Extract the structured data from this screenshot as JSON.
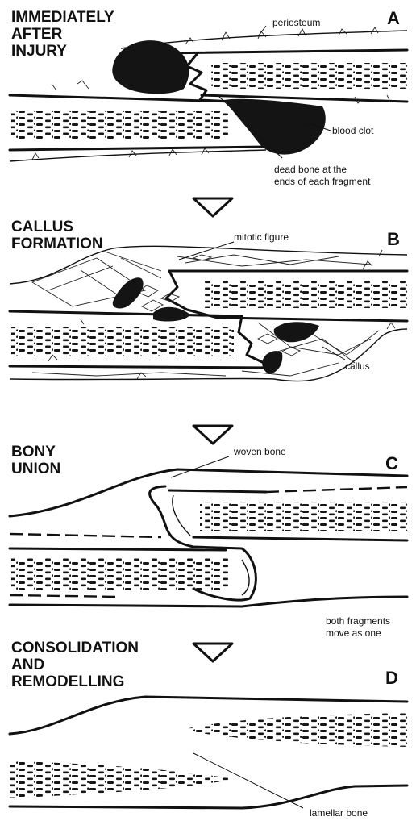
{
  "panels": [
    {
      "letter": "A",
      "heading_lines": [
        "IMMEDIATELY",
        "AFTER",
        "INJURY"
      ],
      "labels": {
        "periosteum": "periosteum",
        "blood_clot": "blood clot",
        "dead_bone_1": "dead bone at the",
        "dead_bone_2": "ends of each fragment"
      }
    },
    {
      "letter": "B",
      "heading_lines": [
        "CALLUS",
        "FORMATION"
      ],
      "labels": {
        "mitotic_figure": "mitotic figure",
        "callus": "callus"
      }
    },
    {
      "letter": "C",
      "heading_lines": [
        "BONY",
        "UNION"
      ],
      "labels": {
        "woven_bone": "woven bone",
        "move_1": "both fragments",
        "move_2": "move as one"
      }
    },
    {
      "letter": "D",
      "heading_lines": [
        "CONSOLIDATION",
        "AND",
        "REMODELLING"
      ],
      "labels": {
        "lamellar_bone": "lamellar bone"
      }
    }
  ],
  "arrows": [
    "down-arrow",
    "down-arrow",
    "down-arrow"
  ]
}
